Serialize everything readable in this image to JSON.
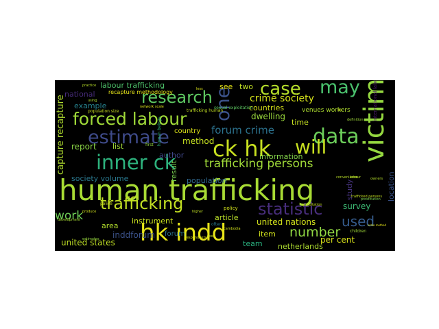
{
  "wordcloud": {
    "words": [
      {
        "id": "human-trafficking",
        "text": "human trafficking",
        "color": "#a8db34"
      },
      {
        "id": "inner-ck",
        "text": "inner ck",
        "color": "#2db27d"
      },
      {
        "id": "ck-hk",
        "text": "ck hk",
        "color": "#c8e020"
      },
      {
        "id": "hk-indd",
        "text": "hk indd",
        "color": "#e7e419"
      },
      {
        "id": "victim",
        "text": "victim",
        "color": "#95d840"
      },
      {
        "id": "forced-labour",
        "text": "forced labour",
        "color": "#a0da39"
      },
      {
        "id": "estimate",
        "text": "estimate",
        "color": "#3e4a89"
      },
      {
        "id": "trafficking",
        "text": "trafficking",
        "color": "#c2df23"
      },
      {
        "id": "research",
        "text": "research",
        "color": "#5ec962"
      },
      {
        "id": "statistic",
        "text": "statistic",
        "color": "#472d7b"
      },
      {
        "id": "case",
        "text": "case",
        "color": "#b5de2b"
      },
      {
        "id": "may",
        "text": "may",
        "color": "#4ac16d"
      },
      {
        "id": "data",
        "text": "data",
        "color": "#6ccd5a"
      },
      {
        "id": "will",
        "text": "will",
        "color": "#c8e020"
      },
      {
        "id": "one",
        "text": "one",
        "color": "#3b528b"
      },
      {
        "id": "trafficking-persons",
        "text": "trafficking persons",
        "color": "#a0da39"
      },
      {
        "id": "used",
        "text": "used",
        "color": "#365c8d"
      },
      {
        "id": "number",
        "text": "number",
        "color": "#90d743"
      },
      {
        "id": "work",
        "text": "work",
        "color": "#70cf57"
      },
      {
        "id": "crime-society",
        "text": "crime society",
        "color": "#d5e21a"
      },
      {
        "id": "forum-crime",
        "text": "forum crime",
        "color": "#2c728e"
      },
      {
        "id": "united-nations",
        "text": "united nations",
        "color": "#d2e21b"
      },
      {
        "id": "united-states",
        "text": "united states",
        "color": "#c0df25"
      },
      {
        "id": "capture-recapture",
        "text": "capture recapture",
        "color": "#b0dd2f"
      },
      {
        "id": "inddforum",
        "text": "inddforum",
        "color": "#3b528b"
      },
      {
        "id": "per-cent",
        "text": "per cent",
        "color": "#dae319"
      },
      {
        "id": "netherlands",
        "text": "netherlands",
        "color": "#addc30"
      },
      {
        "id": "labour-trafficking",
        "text": "labour trafficking",
        "color": "#4ec36b"
      },
      {
        "id": "society-volume",
        "text": "society volume",
        "color": "#2a788e"
      },
      {
        "id": "instrument",
        "text": "instrument",
        "color": "#cae11f"
      },
      {
        "id": "population",
        "text": "population",
        "color": "#31688e"
      },
      {
        "id": "countries",
        "text": "countries",
        "color": "#d8e219"
      },
      {
        "id": "dwelling",
        "text": "dwelling",
        "color": "#9bd93c"
      },
      {
        "id": "information",
        "text": "information",
        "color": "#84d44b"
      },
      {
        "id": "article",
        "text": "article",
        "color": "#b8de29"
      },
      {
        "id": "method",
        "text": "method",
        "color": "#c5e021"
      },
      {
        "id": "report",
        "text": "report",
        "color": "#8bd646"
      },
      {
        "id": "example",
        "text": "example",
        "color": "#26828e"
      },
      {
        "id": "national",
        "text": "national",
        "color": "#472c7a"
      },
      {
        "id": "author",
        "text": "author",
        "color": "#3f4788"
      },
      {
        "id": "list",
        "text": "list",
        "color": "#a2da37"
      },
      {
        "id": "area",
        "text": "area",
        "color": "#b2dd2d"
      },
      {
        "id": "item",
        "text": "item",
        "color": "#d0e11c"
      },
      {
        "id": "team",
        "text": "team",
        "color": "#2ab07f"
      },
      {
        "id": "survey",
        "text": "survey",
        "color": "#3dbc74"
      },
      {
        "id": "study",
        "text": "study",
        "color": "#46337e"
      },
      {
        "id": "location",
        "text": "location",
        "color": "#3a538b"
      },
      {
        "id": "result",
        "text": "result",
        "color": "#7ad151"
      },
      {
        "id": "time",
        "text": "time",
        "color": "#c5e021"
      },
      {
        "id": "see",
        "text": "see",
        "color": "#e5e419"
      },
      {
        "id": "two",
        "text": "two",
        "color": "#c0df25"
      },
      {
        "id": "country",
        "text": "country",
        "color": "#dde318"
      },
      {
        "id": "venues-workers",
        "text": "venues workers",
        "color": "#addc30"
      },
      {
        "id": "forum",
        "text": "forum",
        "color": "#2c728e"
      },
      {
        "id": "international-labour",
        "text": "international labour",
        "color": "#481668"
      },
      {
        "id": "policy",
        "text": "policy",
        "color": "#d2e21b"
      },
      {
        "id": "police",
        "text": "police",
        "color": "#cae11f"
      },
      {
        "id": "often",
        "text": "often",
        "color": "#2a788e"
      },
      {
        "id": "population-size",
        "text": "population size",
        "color": "#c8e020"
      },
      {
        "id": "sexual-exploitation",
        "text": "sexual exploitation",
        "color": "#5ec962"
      },
      {
        "id": "trafficking-human",
        "text": "trafficking human",
        "color": "#c2df23"
      },
      {
        "id": "first",
        "text": "first",
        "color": "#95d840"
      },
      {
        "id": "human-beings",
        "text": "human beings",
        "color": "#2fb47c"
      },
      {
        "id": "network-scale",
        "text": "network scale",
        "color": "#dde318"
      },
      {
        "id": "recapture-methodology",
        "text": "recapture methodology",
        "color": "#e5e419"
      },
      {
        "id": "children",
        "text": "children",
        "color": "#a0da39"
      },
      {
        "id": "trafficked-persons",
        "text": "trafficked persons",
        "color": "#c5e021"
      },
      {
        "id": "owners",
        "text": "owners",
        "color": "#b5de2b"
      },
      {
        "id": "prostitution",
        "text": "prostitution",
        "color": "#7ad151"
      },
      {
        "id": "development",
        "text": "development",
        "color": "#a8db34"
      },
      {
        "id": "less",
        "text": "less",
        "color": "#dae319"
      },
      {
        "id": "scale-method",
        "text": "scale method",
        "color": "#e5e419"
      },
      {
        "id": "practice",
        "text": "practice",
        "color": "#b8de29"
      },
      {
        "id": "produce",
        "text": "produce",
        "color": "#d0e11c"
      },
      {
        "id": "higher",
        "text": "higher",
        "color": "#c0df25"
      },
      {
        "id": "using",
        "text": "using",
        "color": "#addc30"
      },
      {
        "id": "respondents",
        "text": "respondents",
        "color": "#dde318"
      },
      {
        "id": "cambodia",
        "text": "cambodia",
        "color": "#d2e21b"
      },
      {
        "id": "exploitation",
        "text": "exploitation",
        "color": "#c8e020"
      },
      {
        "id": "labour",
        "text": "labour",
        "color": "#b5de2b"
      },
      {
        "id": "definition",
        "text": "definition",
        "color": "#a0da39"
      },
      {
        "id": "ilo",
        "text": "ilo",
        "color": "#dae319"
      },
      {
        "id": "estimates",
        "text": "estimates",
        "color": "#95d840"
      },
      {
        "id": "sex",
        "text": "sex",
        "color": "#c5e021"
      },
      {
        "id": "convenience",
        "text": "convenience",
        "color": "#b8de29"
      }
    ]
  }
}
